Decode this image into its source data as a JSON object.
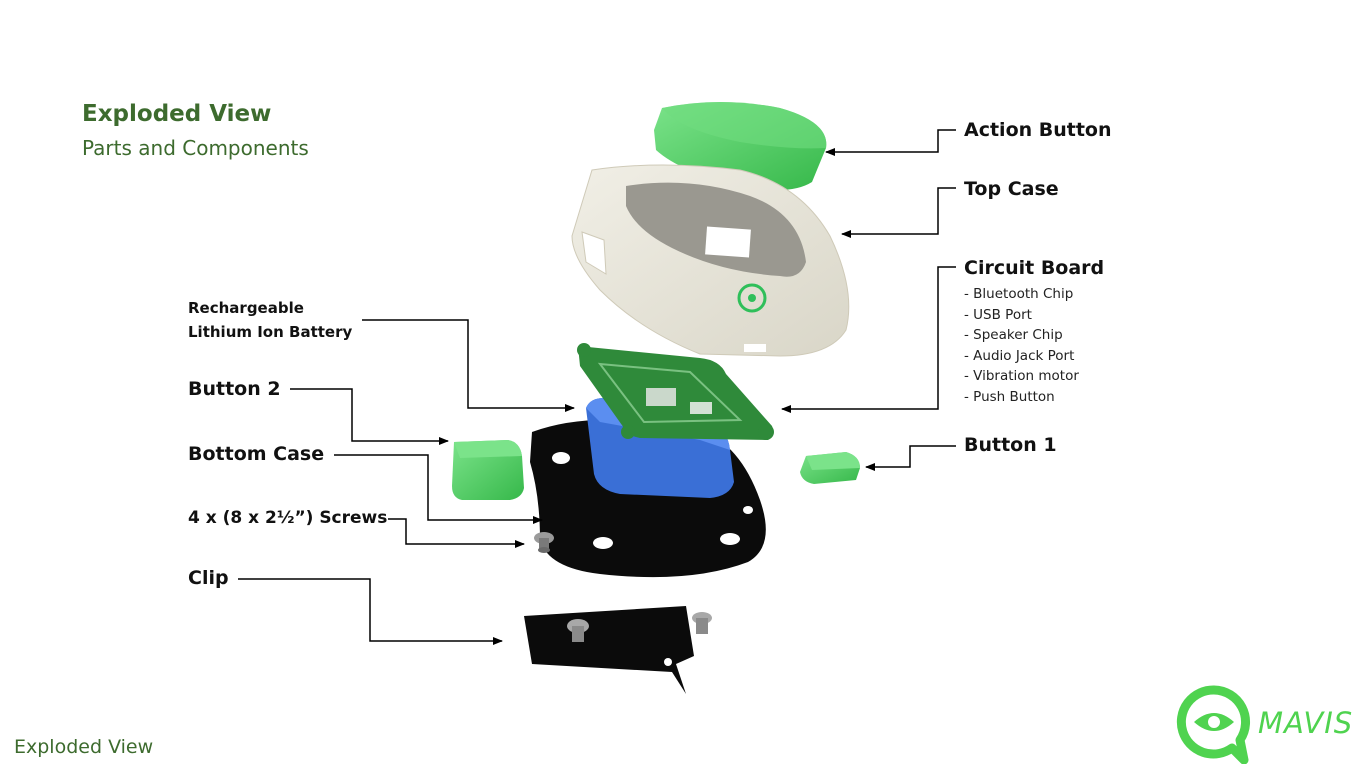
{
  "header": {
    "title": "Exploded View",
    "subtitle": "Parts and Components"
  },
  "labels": {
    "action_button": "Action Button",
    "top_case": "Top Case",
    "circuit_board": "Circuit Board",
    "battery_line1": "Rechargeable",
    "battery_line2": "Lithium Ion Battery",
    "button2": "Button 2",
    "bottom_case": "Bottom Case",
    "screws": "4 x (8 x 2½”) Screws",
    "clip": "Clip",
    "button1": "Button 1"
  },
  "circuit_board_parts": [
    "- Bluetooth Chip",
    "- USB Port",
    "- Speaker Chip",
    "- Audio Jack Port",
    "- Vibration motor",
    "- Push Button"
  ],
  "footer": {
    "text": "Exploded View"
  },
  "brand": {
    "name": "MAVIS"
  },
  "colors": {
    "heading_green": "#3d6b2e",
    "brand_green": "#4fd34f",
    "part_green": "#4ccf60",
    "case_cream": "#e9e7dc",
    "battery_blue": "#3a6fd6",
    "pcb_green": "#2f8a3a"
  }
}
